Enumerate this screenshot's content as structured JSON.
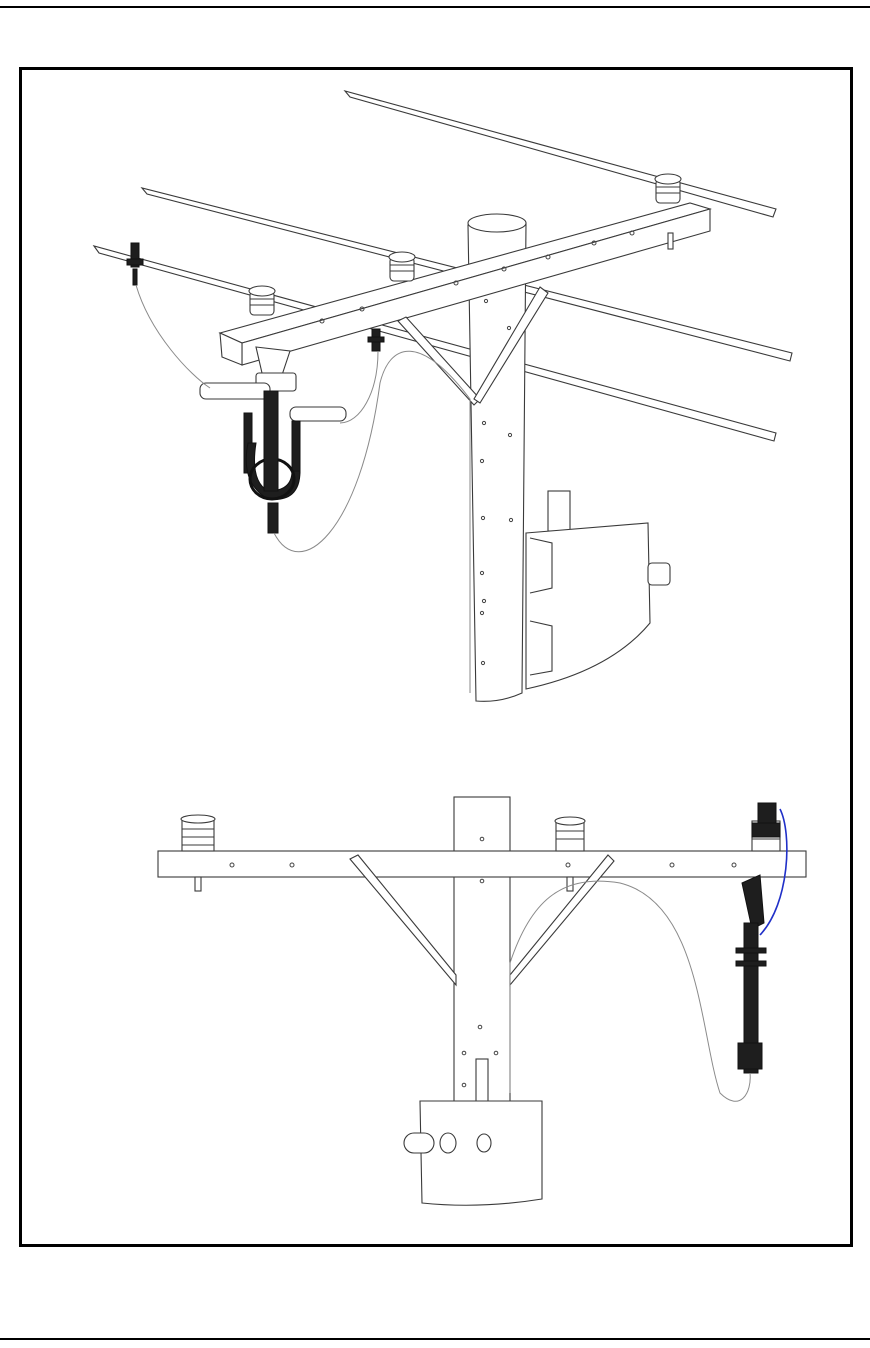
{
  "page": {
    "background": "#ffffff",
    "line_color": "#3a3a3a",
    "cable_color": "#b8b8b8",
    "jumper_color": "#2030c8"
  },
  "figure": {
    "views": [
      {
        "name": "isometric-view",
        "subject": "utility-pole-crossarm-assembly"
      },
      {
        "name": "front-view",
        "subject": "utility-pole-crossarm-assembly"
      }
    ]
  }
}
